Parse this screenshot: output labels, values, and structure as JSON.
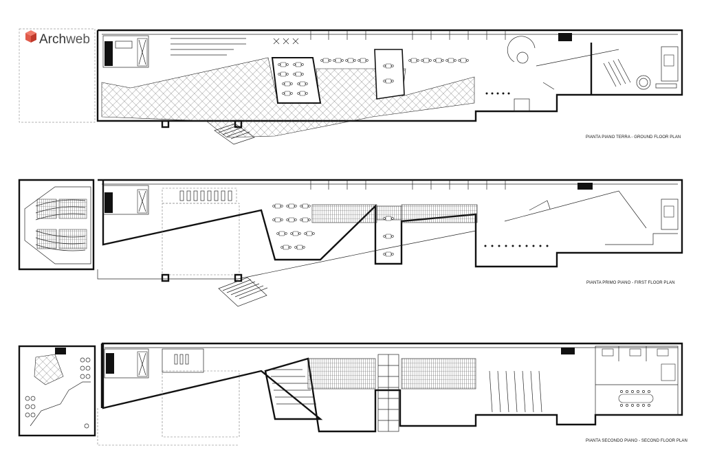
{
  "brand": {
    "name_part1": "Arch",
    "name_part2": "web",
    "logo_color": "#c0392b"
  },
  "plans": [
    {
      "id": "ground",
      "title": "PIANTA PIANO TERRA - GROUND FLOOR PLAN"
    },
    {
      "id": "first",
      "title": "PIANTA PRIMO PIANO - FIRST FLOOR PLAN"
    },
    {
      "id": "second",
      "title": "PIANTA SECONDO PIANO - SECOND FLOOR PLAN"
    }
  ]
}
